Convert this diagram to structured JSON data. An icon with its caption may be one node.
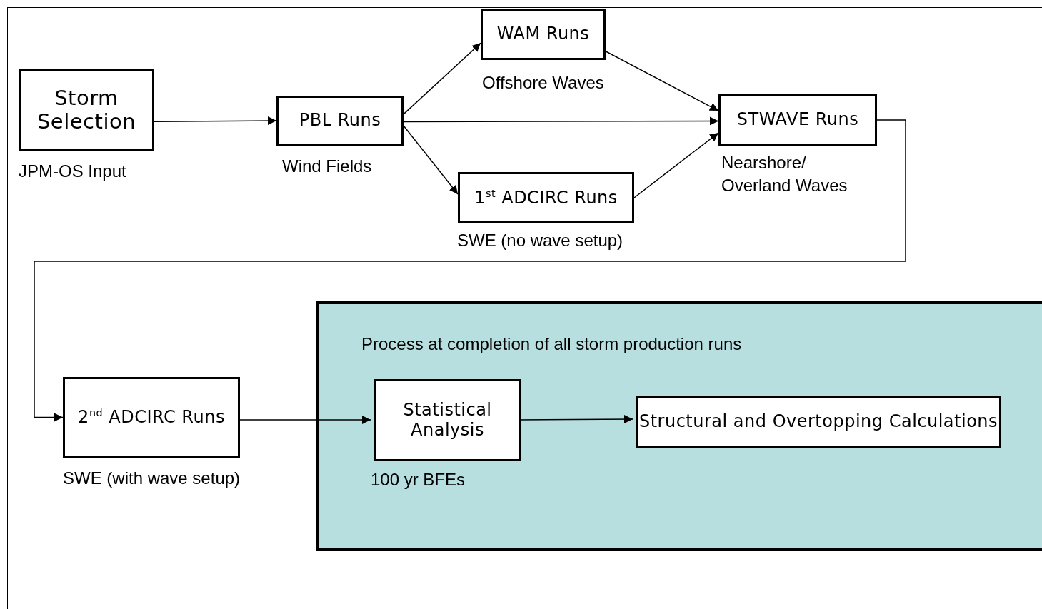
{
  "diagram": {
    "nodes": [
      {
        "text": [
          "Storm Selection"
        ],
        "beside": [
          "JPM-OS Input"
        ]
      },
      {
        "text": [
          "PBL Runs"
        ],
        "beside": [
          "Wind Fields"
        ]
      },
      {
        "text": [
          "WAM Runs"
        ],
        "beside": [
          "Offshore Waves"
        ]
      },
      {
        "text": [
          "1$^{st}$ ADCIRC Runs"
        ],
        "beside": [
          "SWE (no wave setup)"
        ]
      },
      {
        "text": [
          "STWAVE Runs"
        ],
        "beside": [
          "Nearshore/ Overland Waves"
        ]
      },
      {
        "text": [
          "2$^{nd}$ ADCIRC Runs"
        ],
        "beside": [
          "SWE (with wave setup)"
        ]
      },
      {
        "text": [
          "Process at completion of all storm production runs"
        ]
      },
      {
        "text": [
          "Statistical Analysis"
        ],
        "in": 6,
        "beside": [
          "100 yr BFEs"
        ]
      },
      {
        "text": [
          "Structural and Overtopping Calculations"
        ],
        "in": 6
      }
    ],
    "edges": [
      {
        "from": 0,
        "to": 1,
        "arrow": "to"
      },
      {
        "from": 1,
        "to": 2,
        "arrow": "to"
      },
      {
        "from": 1,
        "to": 4,
        "arrow": "to"
      },
      {
        "from": 1,
        "to": 3,
        "arrow": "to"
      },
      {
        "from": 2,
        "to": 4,
        "arrow": "to"
      },
      {
        "from": 3,
        "to": 4,
        "arrow": "to"
      },
      {
        "from": 4,
        "to": 5,
        "arrow": "to"
      },
      {
        "from": 5,
        "to": 7,
        "arrow": "to"
      },
      {
        "from": 7,
        "to": 8,
        "arrow": "to"
      }
    ]
  }
}
